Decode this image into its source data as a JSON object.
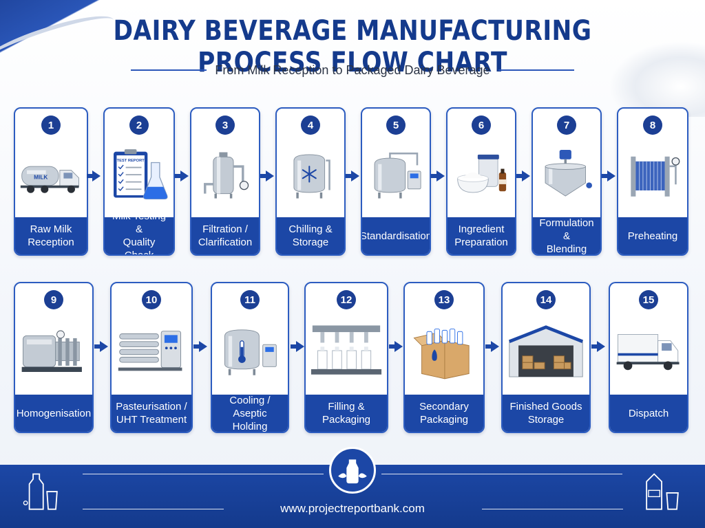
{
  "header": {
    "title": "DAIRY BEVERAGE MANUFACTURING PROCESS FLOW CHART",
    "subtitle": "From Milk Reception to Packaged Dairy Beverage"
  },
  "steps": [
    {
      "number": "1",
      "label": "Raw Milk\nReception",
      "icon": "milk-tanker-truck-icon"
    },
    {
      "number": "2",
      "label": "Milk Testing &\nQuality Check",
      "icon": "test-report-clipboard-icon",
      "icon_text": "TEST REPORT"
    },
    {
      "number": "3",
      "label": "Filtration /\nClarification",
      "icon": "filtration-vessel-icon"
    },
    {
      "number": "4",
      "label": "Chilling &\nStorage",
      "icon": "chilling-tank-icon"
    },
    {
      "number": "5",
      "label": "Standardisation",
      "icon": "standardisation-tank-icon"
    },
    {
      "number": "6",
      "label": "Ingredient\nPreparation",
      "icon": "ingredients-icon"
    },
    {
      "number": "7",
      "label": "Formulation &\nBlending",
      "icon": "blending-tank-icon"
    },
    {
      "number": "8",
      "label": "Preheating",
      "icon": "plate-heat-exchanger-icon"
    },
    {
      "number": "9",
      "label": "Homogenisation",
      "icon": "homogeniser-icon"
    },
    {
      "number": "10",
      "label": "Pasteurisation /\nUHT Treatment",
      "icon": "uht-system-icon"
    },
    {
      "number": "11",
      "label": "Cooling /\nAseptic Holding",
      "icon": "aseptic-tank-icon"
    },
    {
      "number": "12",
      "label": "Filling &\nPackaging",
      "icon": "filling-machine-icon"
    },
    {
      "number": "13",
      "label": "Secondary\nPackaging",
      "icon": "carton-box-icon"
    },
    {
      "number": "14",
      "label": "Finished Goods\nStorage",
      "icon": "warehouse-icon"
    },
    {
      "number": "15",
      "label": "Dispatch",
      "icon": "delivery-truck-icon"
    }
  ],
  "footer": {
    "url": "www.projectreportbank.com",
    "logo_icon": "milk-splash-logo-icon"
  },
  "colors": {
    "primary": "#1c47a6",
    "dark_blue": "#143a8c",
    "steel": "#b9c2cc"
  }
}
